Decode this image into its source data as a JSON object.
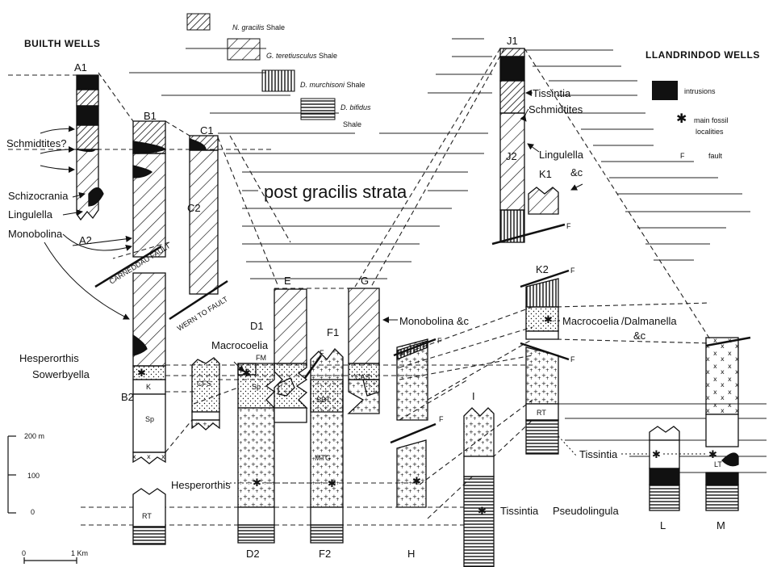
{
  "places": {
    "left": "BUILTH WELLS",
    "right": "LLANDRINDOD WELLS"
  },
  "legend": [
    {
      "species": "N. gracilis",
      "suffix": " Shale",
      "pattern": "hatch-fine"
    },
    {
      "species": "G. teretiusculus",
      "suffix": " Shale",
      "pattern": "hatch-wide"
    },
    {
      "species": "D. murchisoni",
      "suffix": " Shale",
      "pattern": "vertical"
    },
    {
      "species": "D. bifidus",
      "suffix": "",
      "line2": "Shale",
      "pattern": "horizontal"
    }
  ],
  "key": {
    "intrusions": "intrusions",
    "fossil_line1": "main fossil",
    "fossil_line2": "localities",
    "fault_symbol": "F",
    "fault_text": "fault"
  },
  "scale": {
    "v200": "200 m",
    "v100": "100",
    "v0": "0",
    "h0": "0",
    "h1": "1 Km"
  },
  "section_labels": {
    "A1": "A1",
    "A2": "A2",
    "B1": "B1",
    "B2": "B2",
    "C1": "C1",
    "C2": "C2",
    "D1": "D1",
    "D2": "D2",
    "E": "E",
    "F1": "F1",
    "F2": "F2",
    "G": "G",
    "H": "H",
    "I": "I",
    "J1": "J1",
    "J2": "J2",
    "K1": "K1",
    "K2": "K2",
    "L": "L",
    "M": "M"
  },
  "fossils": {
    "schmidtites_q": "Schmidtites?",
    "schizocrania": "Schizocrania",
    "lingulella": "Lingulella",
    "monobolina": "Monobolina",
    "hesperorthis": "Hesperorthis",
    "sowerbyella": "Sowerbyella",
    "macrocoelia": "Macrocoelia",
    "hesperorthis2": "Hesperorthis",
    "monobolina_c": "Monobolina &c",
    "tissintia": "Tissintia",
    "schmidtites": "Schmidtites",
    "lingulella_r": "Lingulella",
    "andc": "&c",
    "macro_dalm": "Macrocoelia",
    "dalmanella": "/Dalmanella",
    "andc2": "&c",
    "tissintia2": "Tissintia",
    "tissintia3": "Tissintia",
    "pseudolingula": "Pseudolingula"
  },
  "strata_text": "post gracilis strata",
  "faults": {
    "carneddau": "CARNEDDAU FAULT",
    "wern": "WERN TO FAULT"
  },
  "unit_codes": {
    "K": "K",
    "Sp1": "Sp",
    "RT1": "RT",
    "CFS": "CFS",
    "FM": "FM",
    "Sp2": "Sp",
    "SBT": "SBT",
    "MTG": "MTG",
    "CAS": "CAS",
    "RT2": "RT",
    "LT": "LT",
    "F": "F"
  }
}
